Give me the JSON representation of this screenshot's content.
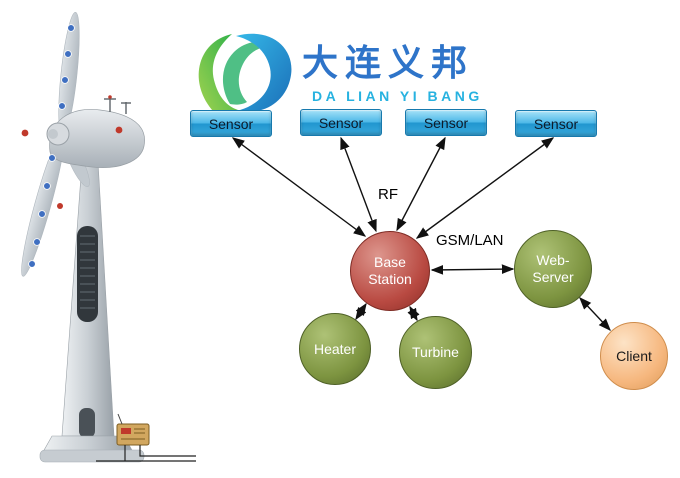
{
  "logo": {
    "chinese": "大连义邦",
    "english": "DA LIAN YI BANG"
  },
  "diagram": {
    "sensors": [
      {
        "label": "Sensor"
      },
      {
        "label": "Sensor"
      },
      {
        "label": "Sensor"
      },
      {
        "label": "Sensor"
      }
    ],
    "labels": {
      "rf": "RF",
      "gsm_lan": "GSM/LAN"
    },
    "nodes": {
      "base_station": {
        "label": "Base\nStation"
      },
      "web_server": {
        "label": "Web-\nServer"
      },
      "heater": {
        "label": "Heater"
      },
      "turbine": {
        "label": "Turbine"
      },
      "client": {
        "label": "Client"
      }
    }
  },
  "colors": {
    "sensor_fill_top": "#a6e2f8",
    "sensor_fill_bottom": "#39aadd",
    "sensor_border": "#1779ad",
    "base_station": "#b94a42",
    "green_node": "#7d9440",
    "client_node": "#f6b77e",
    "arrow": "#111111",
    "logo_blue": "#2e74c9",
    "logo_cyan": "#27b2e0",
    "logo_green": "#2bb04a"
  }
}
